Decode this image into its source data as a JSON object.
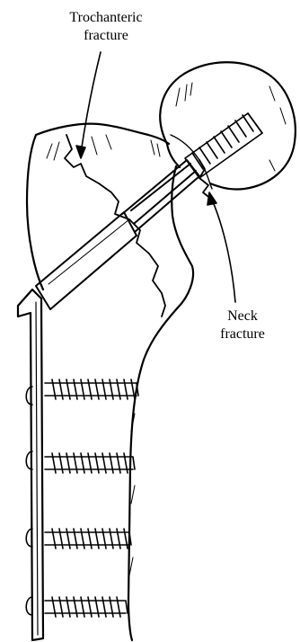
{
  "figure": {
    "labels": {
      "trochanteric": [
        "Trochanteric",
        "fracture"
      ],
      "neck": [
        "Neck",
        "fracture"
      ]
    },
    "colors": {
      "ink": "#000000",
      "paper": "#ffffff"
    }
  }
}
